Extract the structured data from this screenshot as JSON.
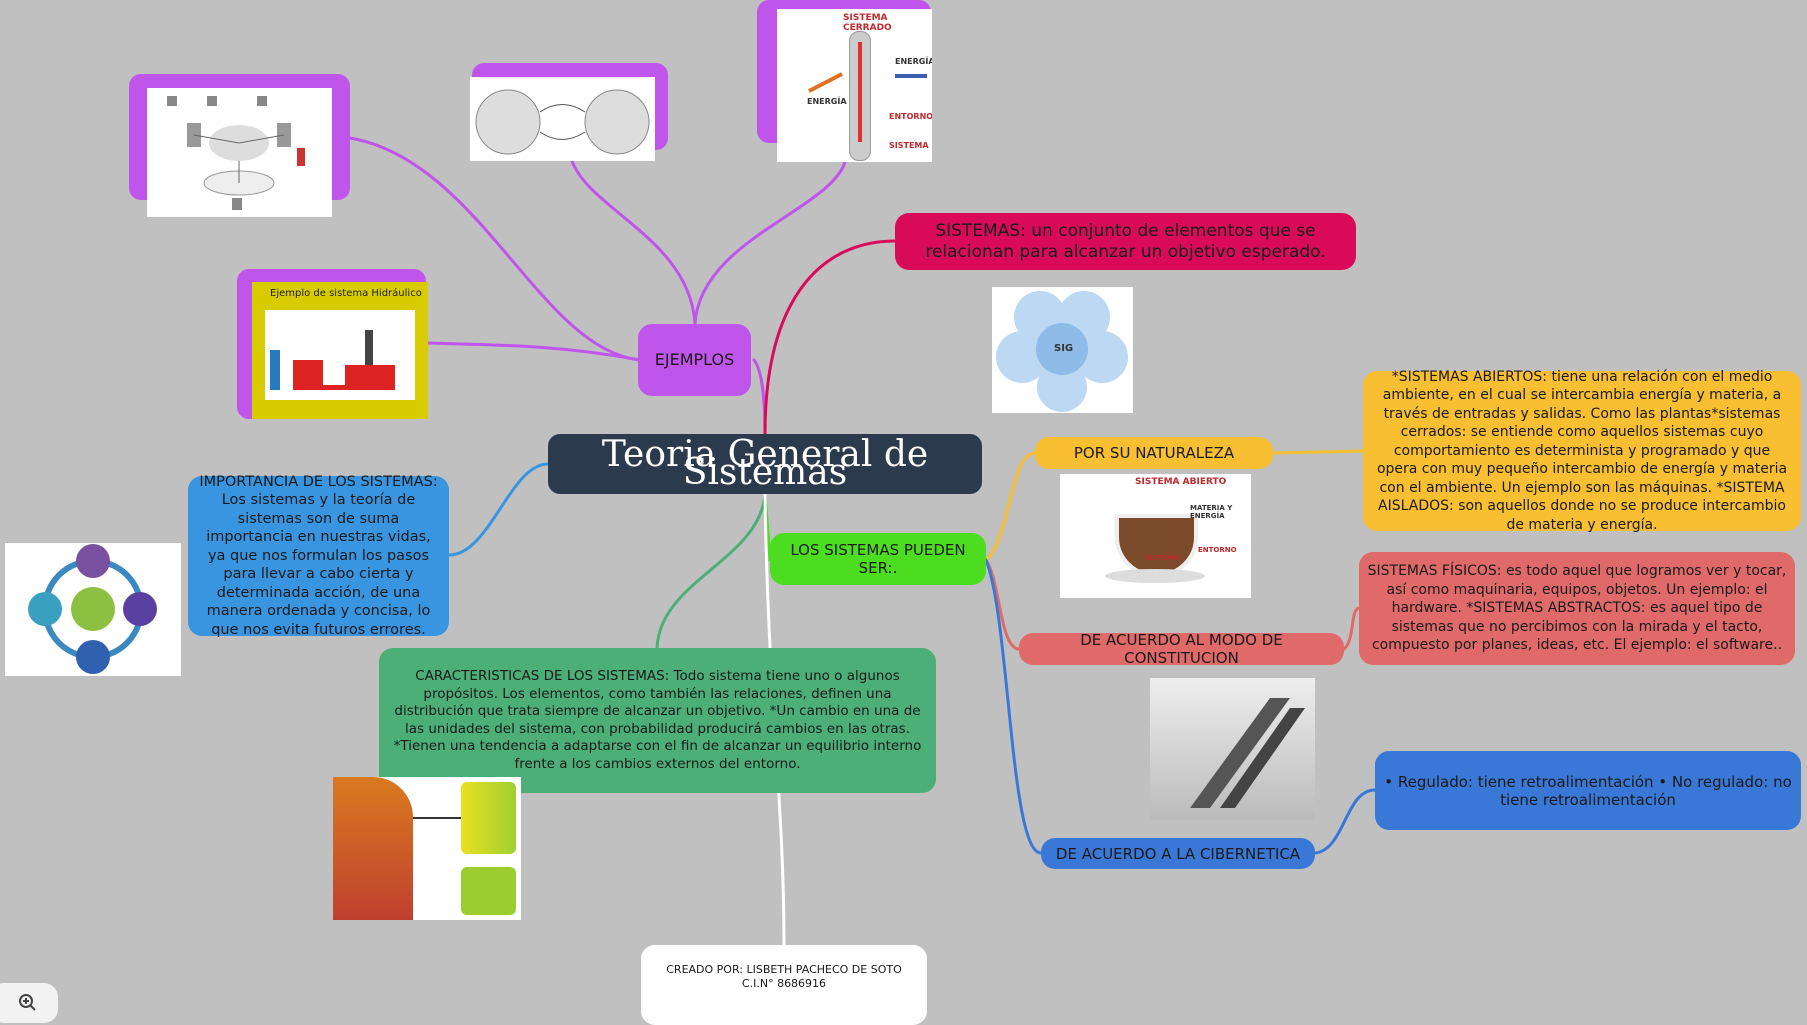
{
  "central": {
    "title": "Teoria General de Sistemas"
  },
  "nodes": {
    "ejemplos": "EJEMPLOS",
    "sistemas_def": "SISTEMAS: un conjunto de elementos que se relacionan para alcanzar un objetivo esperado.",
    "por_su_naturaleza": "POR SU NATURALEZA",
    "naturaleza_detail": "*SISTEMAS ABIERTOS: tiene una relación con el medio ambiente, en el cual se intercambia energía y materia, a través de entradas y salidas. Como las plantas*sistemas cerrados: se entiende como aquellos sistemas cuyo comportamiento es determinista y programado y que opera con muy pequeño intercambio de energía y materia con el ambiente. Un ejemplo son las máquinas. *SISTEMA AISLADOS: son aquellos donde no se produce intercambio de materia y energía.",
    "pueden_ser": "LOS SISTEMAS PUEDEN SER:.",
    "modo_constitucion": "DE ACUERDO AL MODO DE CONSTITUCION",
    "constitucion_detail": "SISTEMAS FÍSICOS: es todo aquel que logramos ver y tocar, así como maquinaria, equipos, objetos. Un ejemplo: el hardware. *SISTEMAS ABSTRACTOS: es aquel tipo de sistemas que no percibimos con la mirada y el tacto, compuesto por planes, ideas, etc. El ejemplo: el software..",
    "cibernetica": "DE ACUERDO A LA CIBERNETICA",
    "cibernetica_detail": "• Regulado: tiene retroalimentación • No regulado: no tiene retroalimentación",
    "importancia": "IMPORTANCIA DE LOS SISTEMAS: Los sistemas y la teoría de sistemas son de suma importancia en nuestras vidas, ya que nos formulan los pasos para llevar a cabo cierta y determinada acción, de una manera ordenada y concisa, lo que nos evita futuros errores.",
    "caracteristicas": "CARACTERISTICAS DE LOS SISTEMAS: Todo sistema tiene uno o algunos propósitos. Los elementos, como también las relaciones, definen una distribución que trata siempre de alcanzar un objetivo. *Un cambio en una de las unidades del sistema, con probabilidad producirá cambios en las otras. *Tienen una tendencia a adaptarse con el fin de alcanzar un equilibrio interno frente a los cambios externos del entorno.",
    "creado_por": "CREADO POR: LISBETH PACHECO DE SOTO",
    "ci": "C.I.N° 8686916"
  },
  "images": {
    "hidraulico_title": "Ejemplo de sistema Hidráulico",
    "cerrado_title": "SISTEMA CERRADO",
    "cerrado_energia_left": "ENERGÍA",
    "cerrado_energia_right": "ENERGÍA",
    "cerrado_entorno": "ENTORNO",
    "cerrado_sistema": "SISTEMA",
    "abierto_title": "SISTEMA ABIERTO",
    "abierto_materia": "MATERIA Y ENERGÍA",
    "abierto_entorno": "ENTORNO",
    "abierto_sistema": "SISTEMA",
    "sig_center": "SIG"
  },
  "colors": {
    "central": "#2b3a4c",
    "ejemplos": "#c055ec",
    "sistemas_def": "#d90b58",
    "naturaleza": "#f8bf32",
    "pueden_ser": "#4ddd20",
    "constitucion": "#e06a6a",
    "cibernetica": "#3a78d8",
    "importancia": "#3a95e0",
    "caracteristicas": "#4caf78"
  },
  "controls": {
    "zoom_icon": "zoom-in-icon"
  }
}
